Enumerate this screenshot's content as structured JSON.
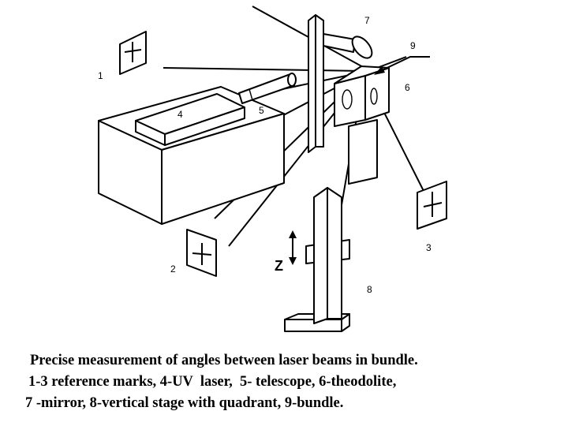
{
  "labels": {
    "n1": "1",
    "n2": "2",
    "n3": "3",
    "n4": "4",
    "n5": "5",
    "n6": "6",
    "n7": "7",
    "n8": "8",
    "n9": "9",
    "z": "Z"
  },
  "caption": {
    "line1": "Precise measurement of angles between laser beams in bundle.",
    "line2": "1-3 reference marks, 4-UV  laser,  5- telescope, 6-theodolite,",
    "line3": "7 -mirror, 8-vertical stage with quadrant, 9-bundle."
  }
}
